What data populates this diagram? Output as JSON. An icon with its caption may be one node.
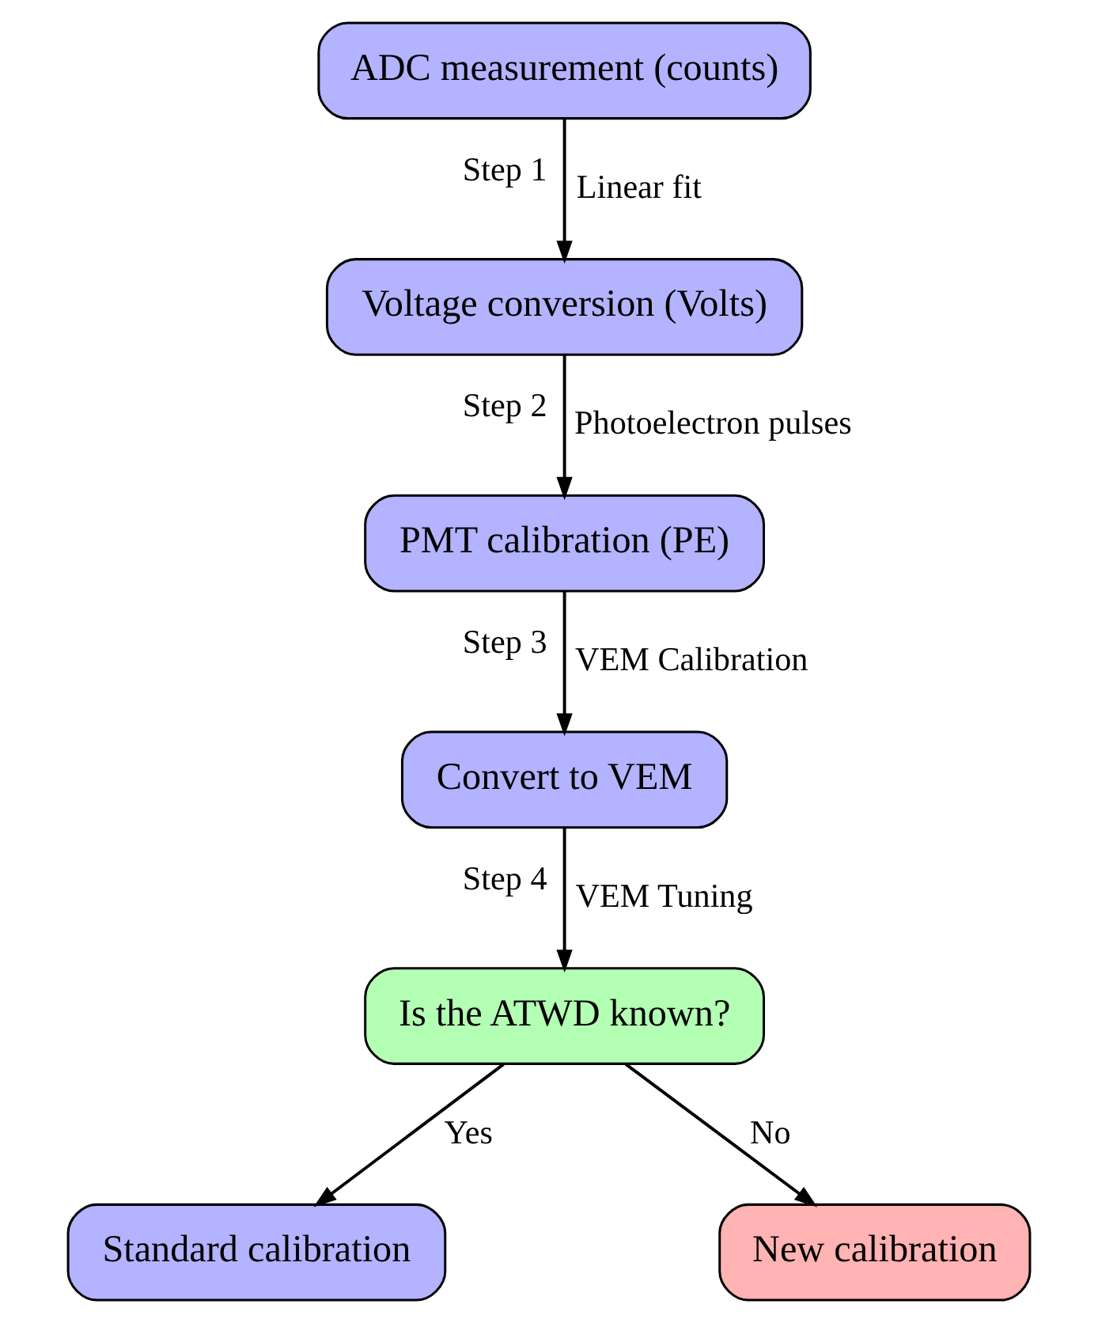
{
  "diagram": {
    "nodes": [
      {
        "text": [
          "ADC measurement (counts)"
        ]
      },
      {
        "text": [
          "Voltage conversion (Volts)"
        ]
      },
      {
        "text": [
          "PMT calibration (PE)"
        ]
      },
      {
        "text": [
          "Convert to VEM"
        ]
      },
      {
        "text": [
          "Is the ATWD known?"
        ]
      },
      {
        "text": [
          "Standard calibration"
        ]
      },
      {
        "text": [
          "New calibration"
        ]
      }
    ],
    "edges": [
      {
        "from": 0,
        "to": 1,
        "arrow": "to",
        "label": "Linear fit"
      },
      {
        "from": 1,
        "to": 2,
        "arrow": "to",
        "label": "Photoelectron pulses"
      },
      {
        "from": 2,
        "to": 3,
        "arrow": "to",
        "label": "VEM Calibration"
      },
      {
        "from": 3,
        "to": 4,
        "arrow": "to",
        "label": "VEM Tuning"
      },
      {
        "from": 4,
        "to": 5,
        "arrow": "to",
        "label": "Yes"
      },
      {
        "from": 4,
        "to": 6,
        "arrow": "to",
        "label": "No"
      }
    ],
    "labels": [
      "Step 1",
      "Step 2",
      "Step 3",
      "Step 4"
    ]
  }
}
